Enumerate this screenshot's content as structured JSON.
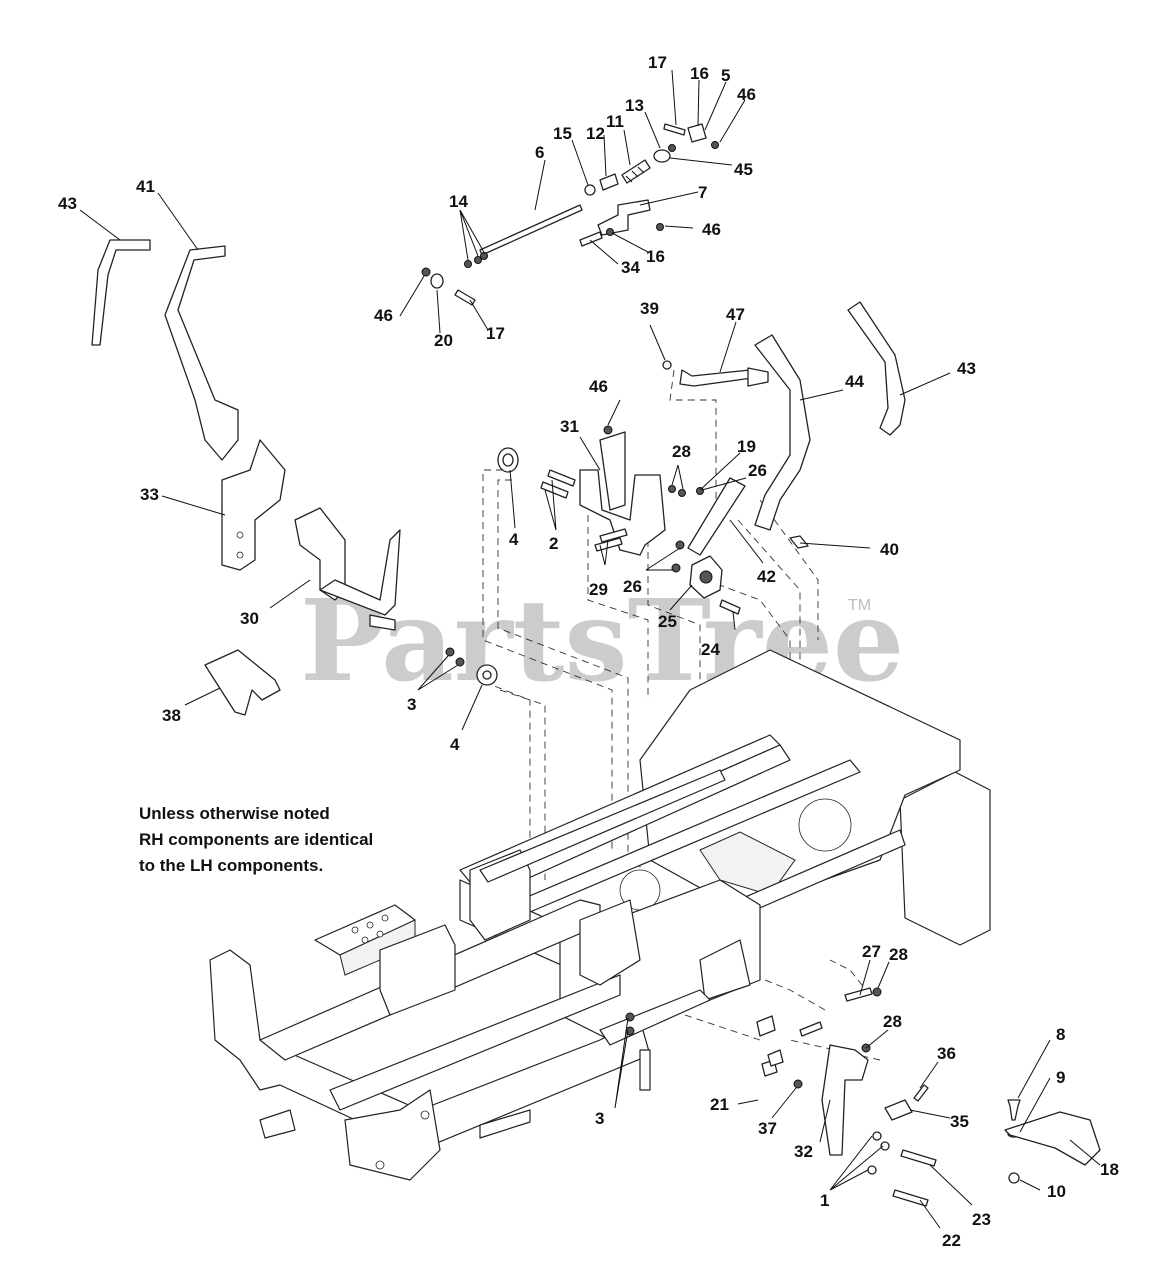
{
  "watermark": {
    "text": "PartsTree",
    "trademark": "TM"
  },
  "note": {
    "lines": [
      "Unless otherwise noted",
      "RH components are identical",
      "to the LH components."
    ]
  },
  "callouts": {
    "c1": "1",
    "c2": "2",
    "c3a": "3",
    "c3b": "3",
    "c4a": "4",
    "c4b": "4",
    "c5": "5",
    "c6": "6",
    "c7": "7",
    "c8": "8",
    "c9": "9",
    "c10": "10",
    "c11": "11",
    "c12": "12",
    "c13": "13",
    "c14": "14",
    "c15": "15",
    "c16a": "16",
    "c16b": "16",
    "c17a": "17",
    "c17b": "17",
    "c18": "18",
    "c19": "19",
    "c20": "20",
    "c21": "21",
    "c22": "22",
    "c23": "23",
    "c24": "24",
    "c25": "25",
    "c26a": "26",
    "c26b": "26",
    "c27": "27",
    "c28a": "28",
    "c28b": "28",
    "c28c": "28",
    "c29": "29",
    "c30": "30",
    "c31": "31",
    "c32": "32",
    "c33": "33",
    "c34": "34",
    "c35": "35",
    "c36": "36",
    "c37": "37",
    "c38": "38",
    "c39": "39",
    "c40": "40",
    "c41": "41",
    "c42": "42",
    "c43a": "43",
    "c43b": "43",
    "c44": "44",
    "c45": "45",
    "c46a": "46",
    "c46b": "46",
    "c46c": "46",
    "c46d": "46",
    "c47": "47"
  }
}
